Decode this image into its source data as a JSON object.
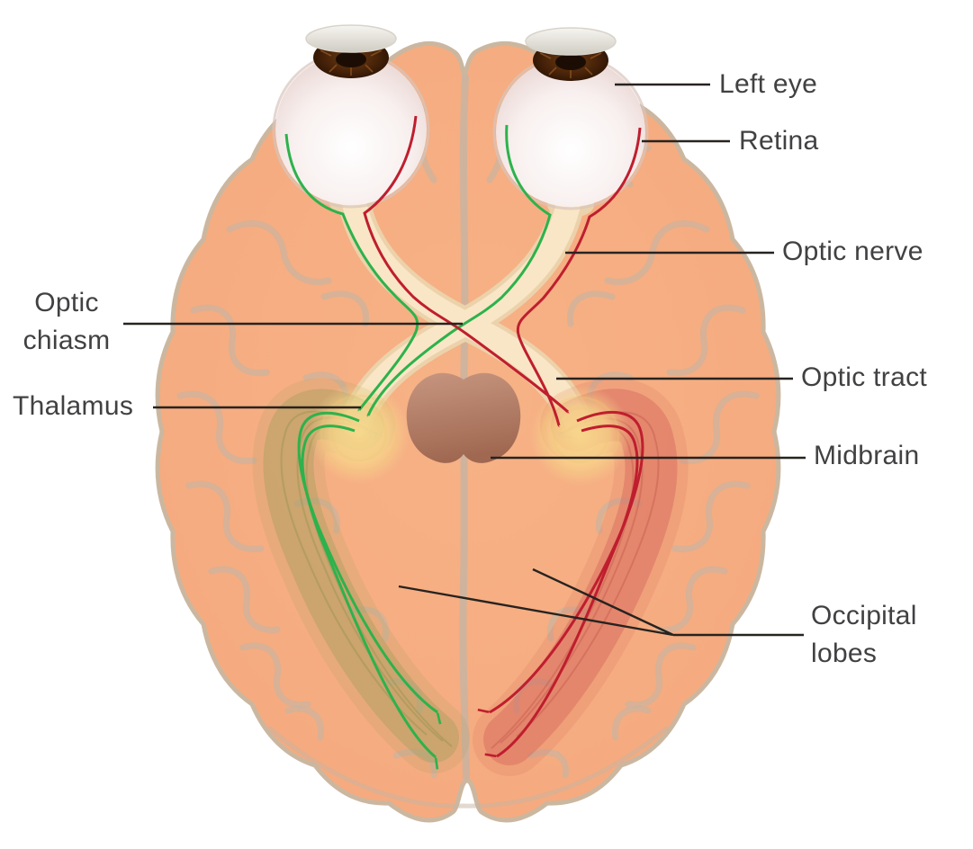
{
  "labels": {
    "left_eye": "Left eye",
    "retina": "Retina",
    "optic_nerve": "Optic nerve",
    "optic_chiasm_line1": "Optic",
    "optic_chiasm_line2": "chiasm",
    "thalamus": "Thalamus",
    "optic_tract": "Optic tract",
    "midbrain": "Midbrain",
    "occipital_lobes_line1": "Occipital",
    "occipital_lobes_line2": "lobes"
  },
  "colors": {
    "background": "#ffffff",
    "brain_fill": "#f5aa7e",
    "brain_outline": "#cbb7a0",
    "sulci": "#c7b4a2",
    "nerve_band": "#f9e6c6",
    "nerve_band_edge": "#ecd2ab",
    "thalamus_glow": "#f9d98c",
    "midbrain_light": "#c79680",
    "midbrain_dark": "#a06851",
    "pathway_left_green": "#2db24c",
    "pathway_right_red": "#bf1e2e",
    "radiation_left_olive": "#a49e5e",
    "radiation_right_red": "#d4625a",
    "eye_sclera": "#f3e9e8",
    "iris_brown": "#3a1d0b",
    "leader_line": "#272320",
    "label_text": "#414143"
  }
}
